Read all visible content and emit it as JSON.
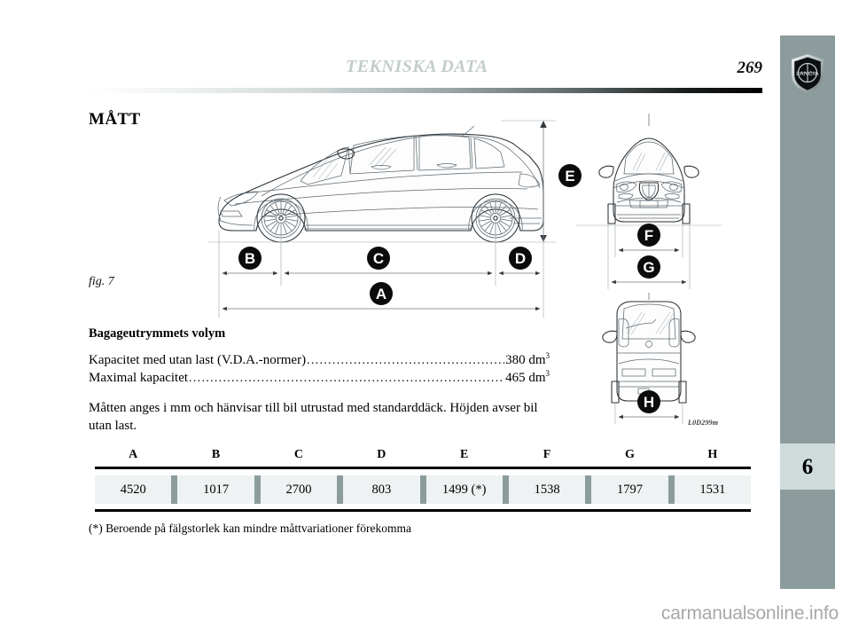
{
  "header": {
    "title": "TEKNISKA DATA",
    "page_number": "269",
    "title_color": "#c2cccc"
  },
  "sidebar": {
    "logo_name": "lancia-logo",
    "logo_text": "LANCIA",
    "chapter_number": "6",
    "background_color": "#8c9c9c",
    "tab_color": "#cfdada"
  },
  "section": {
    "heading": "MÅTT"
  },
  "figure": {
    "caption": "fig. 7",
    "code": "L0D299m",
    "markers": [
      {
        "id": "A",
        "view": "side",
        "meaning": "overall-length"
      },
      {
        "id": "B",
        "view": "side",
        "meaning": "front-overhang"
      },
      {
        "id": "C",
        "view": "side",
        "meaning": "wheelbase"
      },
      {
        "id": "D",
        "view": "side",
        "meaning": "rear-overhang"
      },
      {
        "id": "E",
        "view": "side",
        "meaning": "height"
      },
      {
        "id": "F",
        "view": "front",
        "meaning": "front-track"
      },
      {
        "id": "G",
        "view": "front",
        "meaning": "overall-width"
      },
      {
        "id": "H",
        "view": "rear",
        "meaning": "rear-track"
      }
    ]
  },
  "body": {
    "subheading": "Bagageutrymmets volym",
    "specs": [
      {
        "label": "Kapacitet med utan last (V.D.A.-normer)",
        "value": "380 dm",
        "unit_sup": "3"
      },
      {
        "label": "Maximal kapacitet",
        "value": "465 dm",
        "unit_sup": "3"
      }
    ],
    "note": "Måtten anges i mm och hänvisar till bil utrustad med standarddäck. Höjden avser bil utan last."
  },
  "table": {
    "headers": [
      "A",
      "B",
      "C",
      "D",
      "E",
      "F",
      "G",
      "H"
    ],
    "values": [
      "4520",
      "1017",
      "2700",
      "803",
      "1499 (*)",
      "1538",
      "1797",
      "1531"
    ],
    "footnote": "(*) Beroende på fälgstorlek kan mindre måttvariationer förekomma",
    "divider_color": "#8c9c9c",
    "cell_color": "#eef2f2"
  },
  "watermark": {
    "text": "carmanualsonline.info"
  }
}
